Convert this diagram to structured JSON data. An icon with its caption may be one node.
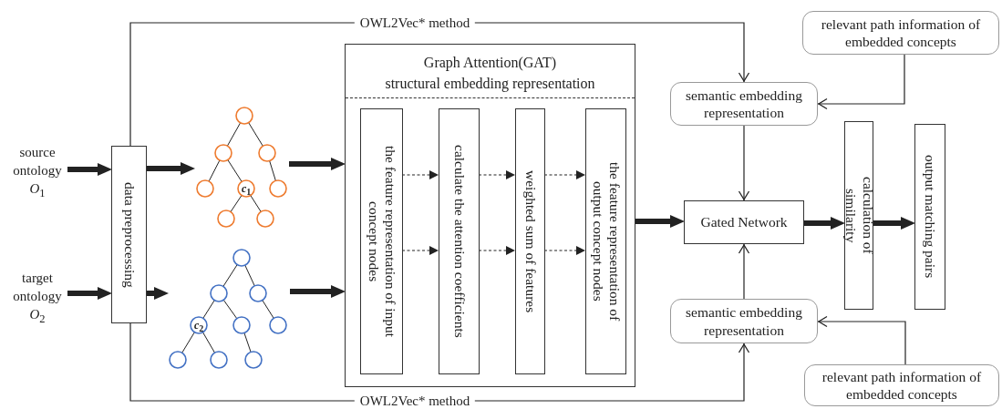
{
  "diagram": {
    "nodes": [
      {
        "text": [
          "source ontology *O*$_{1}$"
        ]
      },
      {
        "text": [
          "target ontology *O*$_{2}$"
        ]
      },
      {
        "text": [
          "data preprocessing"
        ]
      },
      {
        "text": [
          "*c*$_{1}$"
        ]
      },
      {
        "text": [
          "*c*$_{2}$"
        ]
      },
      {
        "text": [
          "Graph Attention(GAT)",
          "structural embedding representation"
        ]
      },
      {
        "text": [
          "the feature representation of input concept nodes"
        ],
        "in": 5
      },
      {
        "text": [
          "calculate the attention coefficients"
        ],
        "in": 5
      },
      {
        "text": [
          "weighted sum of features"
        ],
        "in": 5
      },
      {
        "text": [
          "the feature representation of output concept nodes"
        ],
        "in": 5
      },
      {
        "text": [
          "semantic embedding representation"
        ]
      },
      {
        "text": [
          "relevant path information of embedded concepts"
        ]
      },
      {
        "text": [
          "Gated Network"
        ]
      },
      {
        "text": [
          "calculation of similarity"
        ]
      },
      {
        "text": [
          "output matching pairs"
        ]
      },
      {
        "text": [
          "semantic embedding representation"
        ]
      },
      {
        "text": [
          "relevant path information of embedded concepts"
        ]
      }
    ],
    "edges": [
      {
        "from": 0,
        "to": 2,
        "arrow": "to",
        "style": "thick"
      },
      {
        "from": 1,
        "to": 2,
        "arrow": "to",
        "style": "thick"
      },
      {
        "from": 2,
        "to": 3,
        "arrow": "to",
        "style": "thick"
      },
      {
        "from": 2,
        "to": 4,
        "arrow": "to",
        "style": "thick"
      },
      {
        "from": 3,
        "to": 5,
        "arrow": "to",
        "style": "thick"
      },
      {
        "from": 4,
        "to": 5,
        "arrow": "to",
        "style": "thick"
      },
      {
        "from": 6,
        "to": 7,
        "arrow": "to",
        "style": "dashed"
      },
      {
        "from": 6,
        "to": 7,
        "arrow": "to",
        "style": "dashed"
      },
      {
        "from": 7,
        "to": 8,
        "arrow": "to",
        "style": "dashed"
      },
      {
        "from": 7,
        "to": 8,
        "arrow": "to",
        "style": "dashed"
      },
      {
        "from": 8,
        "to": 9,
        "arrow": "to",
        "style": "dashed"
      },
      {
        "from": 8,
        "to": 9,
        "arrow": "to",
        "style": "dashed"
      },
      {
        "from": 5,
        "to": 12,
        "arrow": "to",
        "style": "thick"
      },
      {
        "from": 12,
        "to": 13,
        "arrow": "to",
        "style": "thick"
      },
      {
        "from": 13,
        "to": 14,
        "arrow": "to",
        "style": "thick"
      },
      {
        "from": 2,
        "to": 10,
        "arrow": "to",
        "label": "OWL2Vec* method"
      },
      {
        "from": 11,
        "to": 10,
        "arrow": "to"
      },
      {
        "from": 10,
        "to": 12,
        "arrow": "to"
      },
      {
        "from": 2,
        "to": 15,
        "arrow": "to",
        "label": "OWL2Vec* method"
      },
      {
        "from": 16,
        "to": 15,
        "arrow": "to"
      },
      {
        "from": 15,
        "to": 12,
        "arrow": "to"
      }
    ]
  }
}
